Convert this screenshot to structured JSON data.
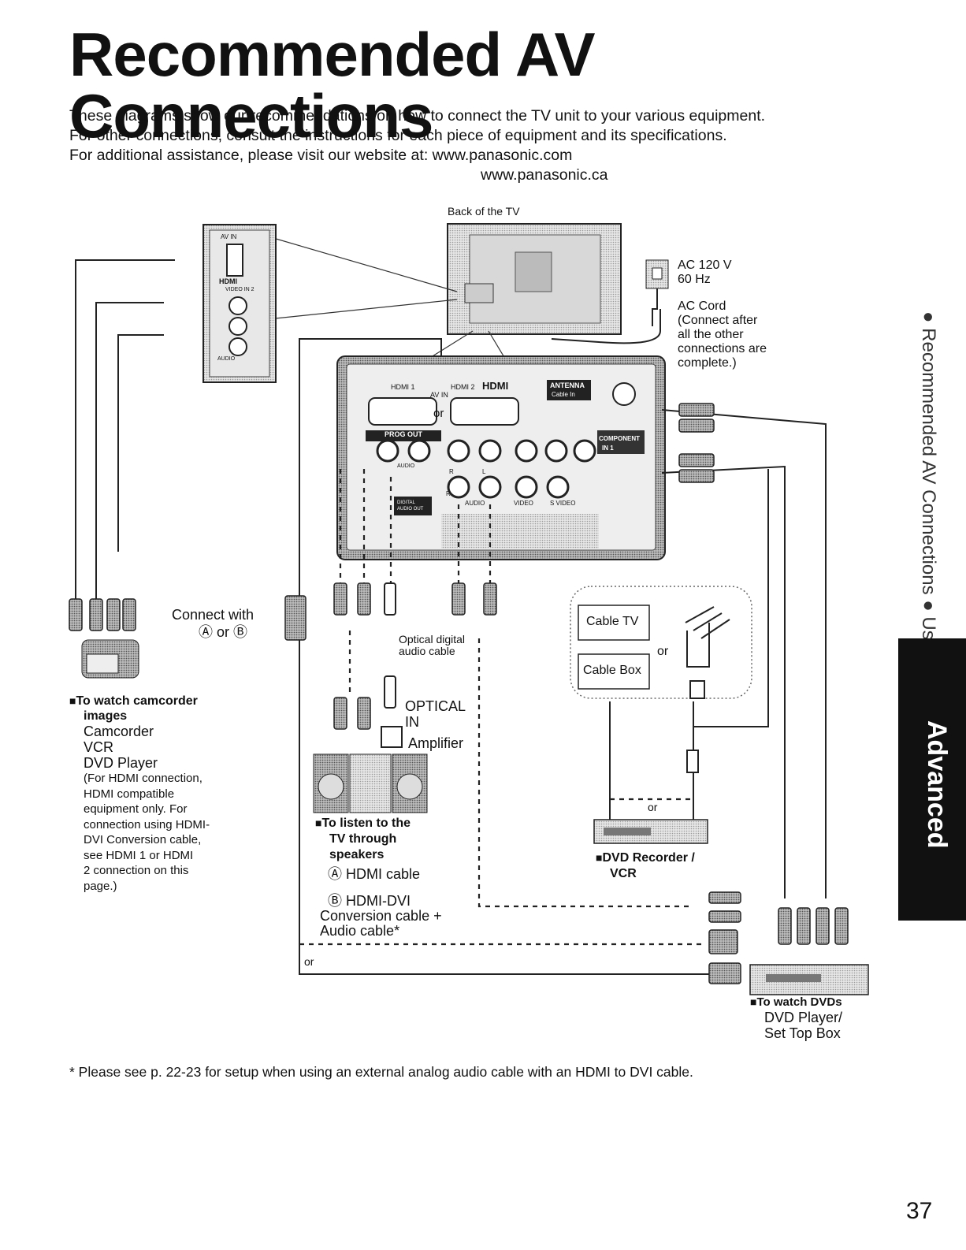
{
  "title": "Recommended AV Connections",
  "intro": {
    "line1": "These diagrams show our recommendations on how to connect the TV unit to your various equipment.",
    "line2": "For other connections, consult the instructions for each piece of equipment and its specifications.",
    "line3": "For additional assistance, please visit our website at:  www.panasonic.com",
    "url2": "www.panasonic.ca"
  },
  "diagram": {
    "back_label": "Back of the TV",
    "power": {
      "voltage": "AC 120 V",
      "frequency": "60 Hz",
      "cord": "AC Cord",
      "note": [
        "(Connect after",
        "all the other",
        "connections are",
        "complete.)"
      ]
    },
    "panel": {
      "hdmi1": "HDMI 1",
      "hdmi2": "HDMI 2",
      "hdmi_logo": "HDMI",
      "av_in": "AV IN",
      "antenna": "ANTENNA",
      "cable_in": "Cable In",
      "prog_out": "PROG OUT",
      "audio": "AUDIO",
      "r": "R",
      "l": "L",
      "digital_audio_out": "DIGITAL AUDIO OUT",
      "component": "COMPONENT",
      "in1": "IN 1",
      "video": "VIDEO",
      "s_video": "S VIDEO",
      "or": "or"
    },
    "side_panel": {
      "av_in": "AV IN",
      "hdmi_logo": "HDMI",
      "video_in2": "VIDEO IN 2",
      "audio": "AUDIO"
    },
    "connect_with": "Connect with",
    "a_or_b": "Ⓐ or Ⓑ",
    "camcorder": {
      "heading": [
        "To watch camcorder",
        "images"
      ],
      "devices": [
        "Camcorder",
        "VCR",
        "DVD Player"
      ],
      "note": [
        "(For HDMI connection,",
        "HDMI compatible",
        "equipment only. For",
        "connection using HDMI-",
        "DVI Conversion cable,",
        "see HDMI 1 or HDMI",
        "2 connection on this",
        "page.)"
      ]
    },
    "optical_cable": [
      "Optical digital",
      "audio cable"
    ],
    "optical_in": [
      "OPTICAL",
      "IN"
    ],
    "amplifier": "Amplifier",
    "speakers": [
      "To listen to the",
      "TV through",
      "speakers"
    ],
    "cable_a": "Ⓐ HDMI cable",
    "cable_b": [
      "Ⓑ HDMI-DVI",
      "Conversion cable +",
      "Audio cable*"
    ],
    "or": "or",
    "cable_tv": "Cable TV",
    "cable_box": "Cable Box",
    "recorder": [
      "DVD Recorder /",
      "VCR"
    ],
    "dvd": {
      "heading": "To watch DVDs",
      "devices": [
        "DVD Player/",
        "Set Top Box"
      ]
    }
  },
  "footnote": "* Please see p. 22-23 for setup when using an external analog audio cable with an HDMI to DVI cable.",
  "sidebar": {
    "text": "● Recommended AV Connections ● Using Timer",
    "tab": "Advanced"
  },
  "page_number": "37"
}
